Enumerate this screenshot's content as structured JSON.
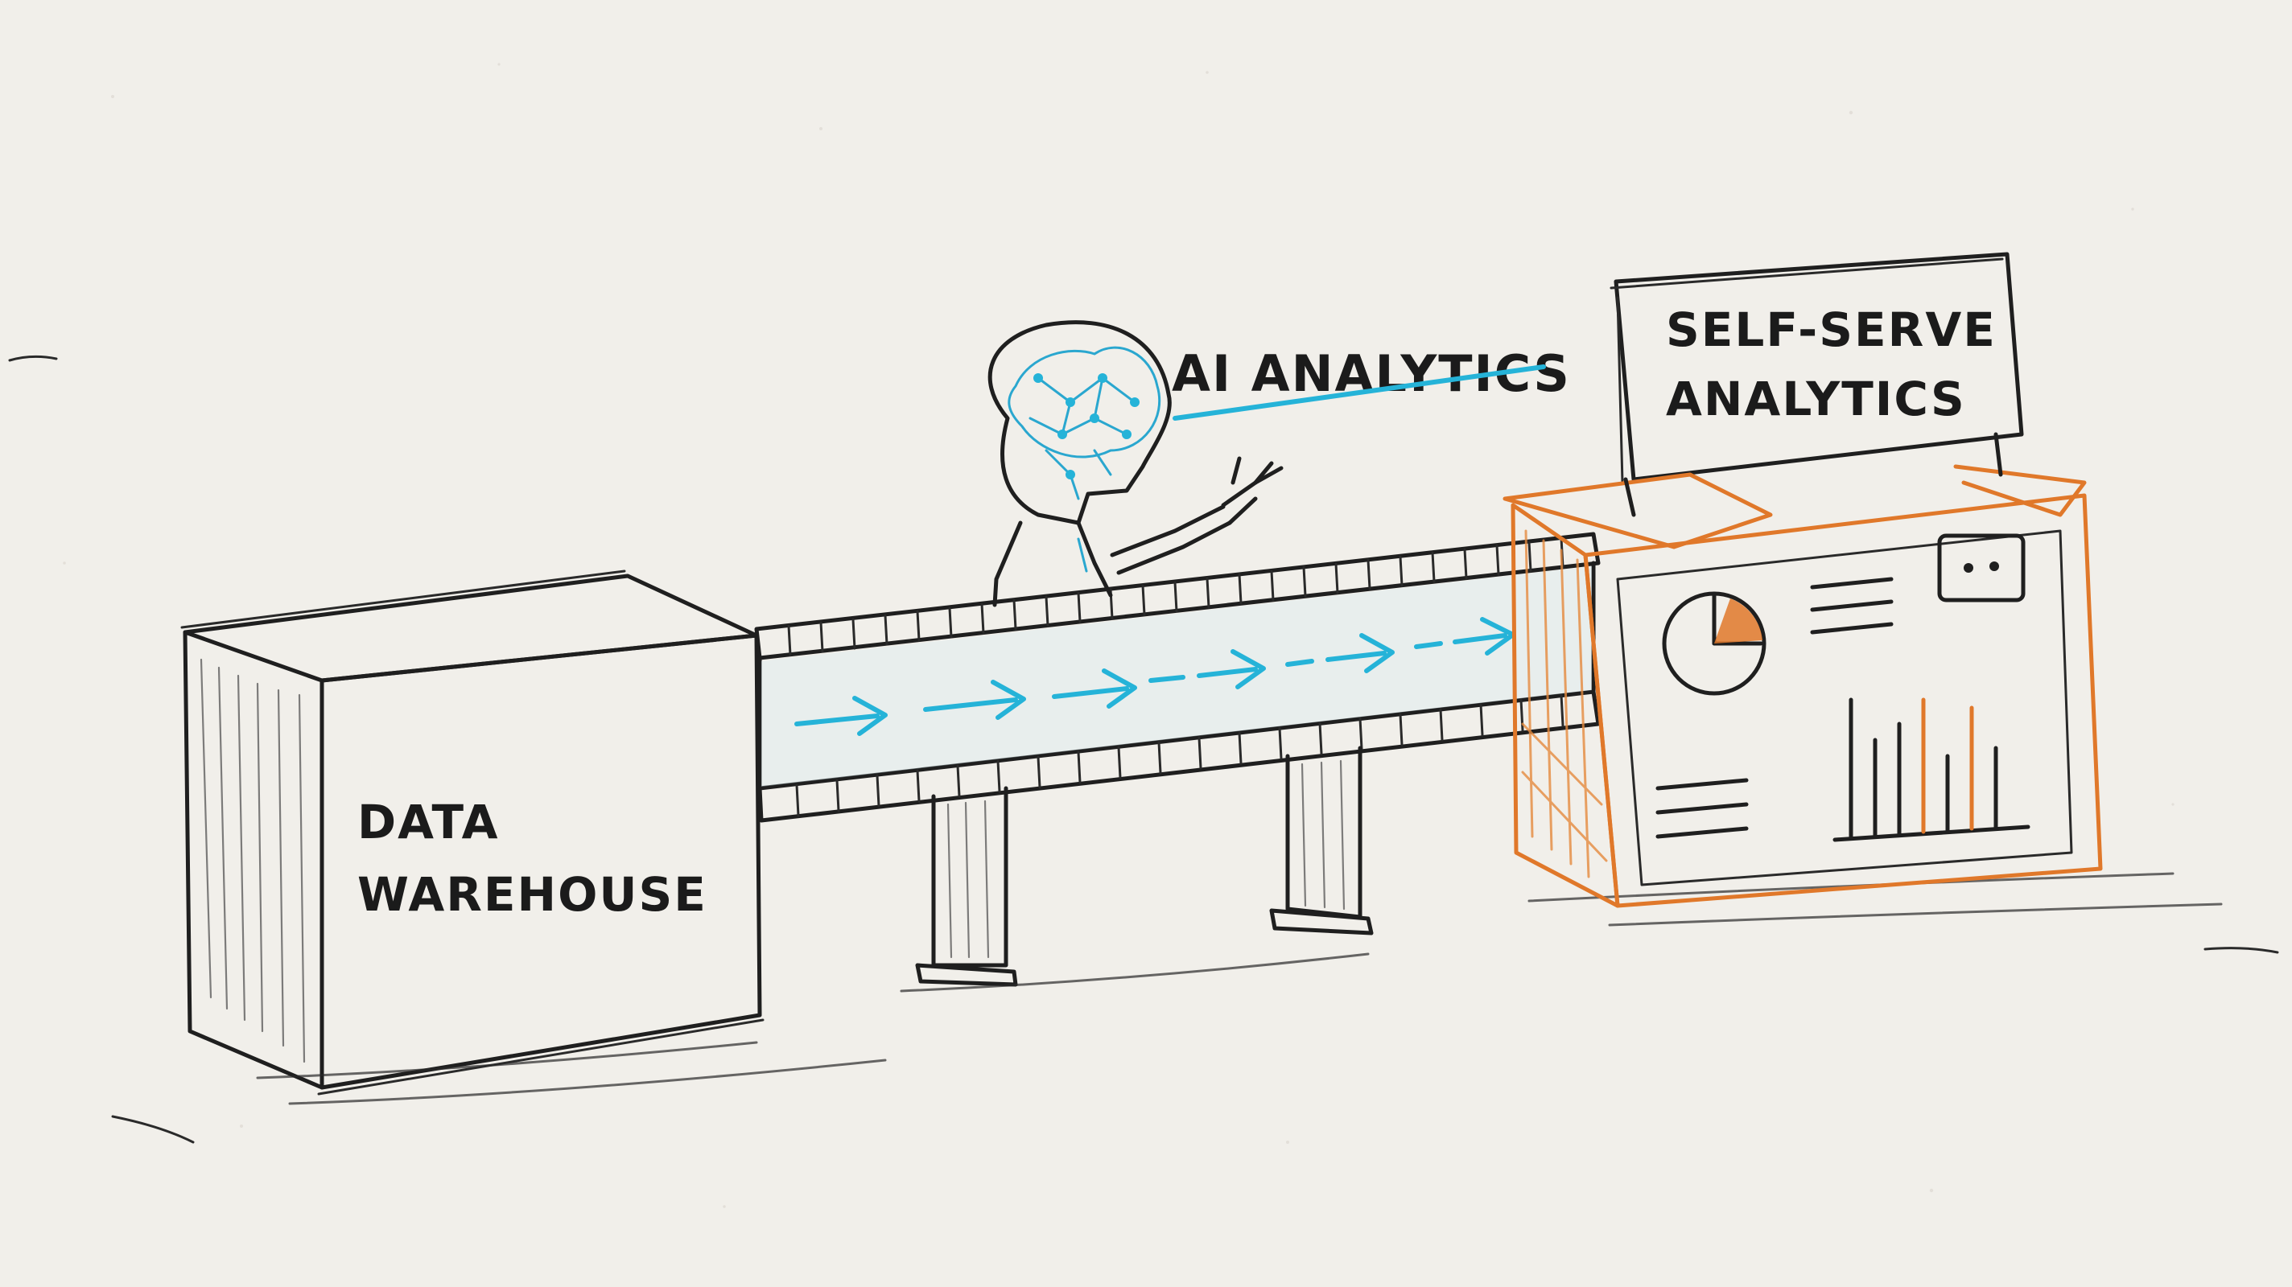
{
  "labels": {
    "data_warehouse_line1": "DATA",
    "data_warehouse_line2": "WAREHOUSE",
    "ai_analytics": "AI ANALYTICS",
    "self_serve_line1": "SELF-SERVE",
    "self_serve_line2": "ANALYTICS"
  },
  "colors": {
    "ink": "#1f1f1f",
    "accent_blue": "#25b3d8",
    "accent_orange": "#e0782a",
    "paper": "#f1efea"
  },
  "icons": [
    "brain-head-robot-icon",
    "pie-chart-icon",
    "bar-chart-icon",
    "flow-arrow-icon"
  ]
}
